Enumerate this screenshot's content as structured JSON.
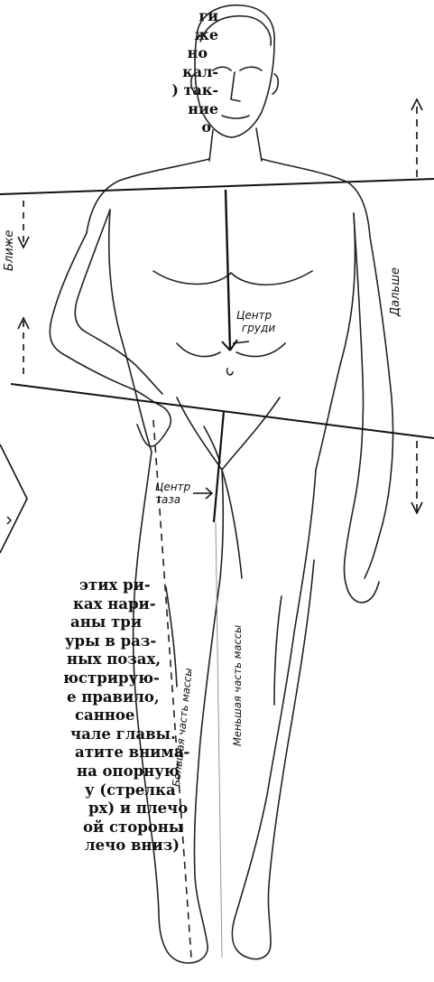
{
  "top_text_lines": [
    "ги",
    "же",
    "но",
    "кал-",
    ") так-",
    "ние",
    "о"
  ],
  "bottom_text_lines": [
    "этих ри-",
    "ках нари-",
    "аны три",
    "уры в раз-",
    "ных позах,",
    "юстрирую-",
    "е правило,",
    "санное",
    "чале главы.",
    "атите внима-",
    "на опорную",
    "у (стрелка",
    "рх) и плечо",
    "ой стороны",
    "лечо вниз)"
  ],
  "labels": {
    "closer": "Ближе",
    "farther": "Дальше",
    "chest_center": [
      "Центр",
      "груди"
    ],
    "pelvis_center": [
      "Центр",
      "таза"
    ],
    "greater_mass": "Большая часть массы",
    "lesser_mass": "Меньшая часть массы"
  }
}
